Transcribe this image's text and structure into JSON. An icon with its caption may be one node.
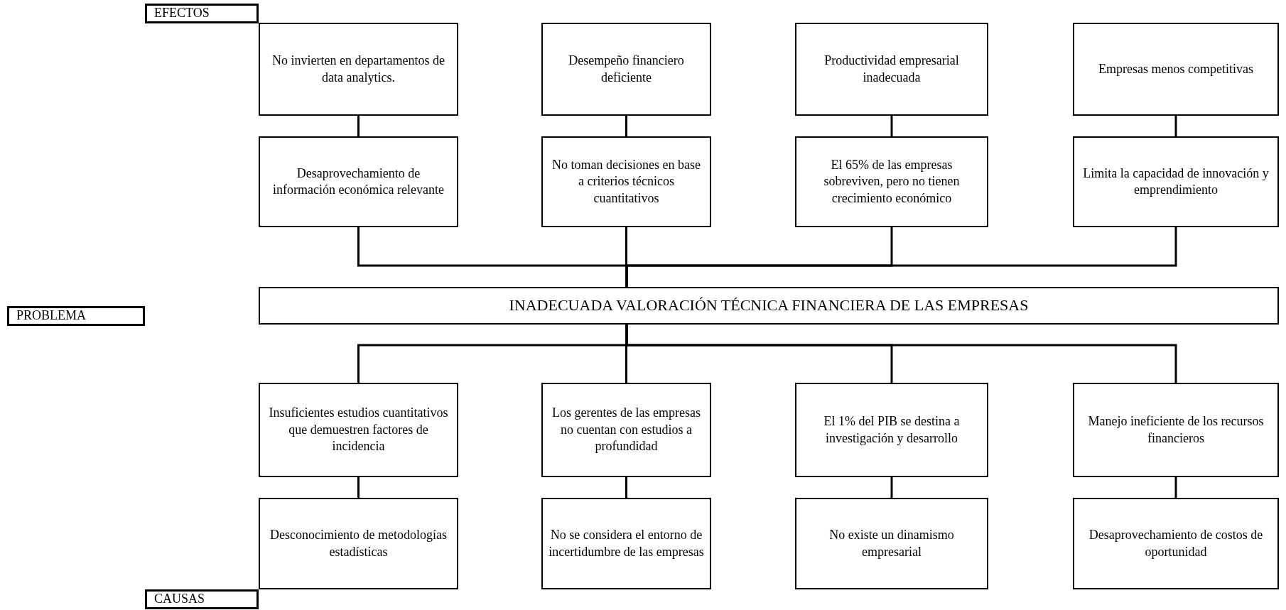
{
  "diagram": {
    "nodes": [
      {
        "text": [
          "EFECTOS"
        ]
      },
      {
        "text": [
          "No invierten en departamentos de data analytics."
        ]
      },
      {
        "text": [
          "Desempeño financiero deficiente"
        ]
      },
      {
        "text": [
          "Productividad empresarial inadecuada"
        ]
      },
      {
        "text": [
          "Empresas menos competitivas"
        ]
      },
      {
        "text": [
          "Desaprovechamiento de información económica relevante"
        ]
      },
      {
        "text": [
          "No toman decisiones en base a criterios técnicos cuantitativos"
        ]
      },
      {
        "text": [
          "El 65% de las empresas sobreviven, pero no tienen crecimiento económico"
        ]
      },
      {
        "text": [
          "Limita la capacidad de innovación y emprendimiento"
        ]
      },
      {
        "text": [
          "PROBLEMA"
        ]
      },
      {
        "text": [
          "INADECUADA VALORACIÓN TÉCNICA FINANCIERA DE LAS EMPRESAS"
        ]
      },
      {
        "text": [
          "Insuficientes estudios cuantitativos que demuestren factores de incidencia"
        ]
      },
      {
        "text": [
          "Los gerentes de las empresas no cuentan con estudios a profundidad"
        ]
      },
      {
        "text": [
          "El 1% del PIB se destina a investigación y desarrollo"
        ]
      },
      {
        "text": [
          "Manejo ineficiente de los recursos financieros"
        ]
      },
      {
        "text": [
          "Desconocimiento de metodologías estadísticas"
        ]
      },
      {
        "text": [
          "No se considera el entorno de incertidumbre de las empresas"
        ]
      },
      {
        "text": [
          "No existe un dinamismo empresarial"
        ]
      },
      {
        "text": [
          "Desaprovechamiento de costos de oportunidad"
        ]
      },
      {
        "text": [
          "CAUSAS"
        ]
      }
    ],
    "edges": [
      {
        "from": 1,
        "to": 5,
        "arrow": "none"
      },
      {
        "from": 2,
        "to": 6,
        "arrow": "none"
      },
      {
        "from": 3,
        "to": 7,
        "arrow": "none"
      },
      {
        "from": 4,
        "to": 8,
        "arrow": "none"
      },
      {
        "from": 5,
        "to": 10,
        "arrow": "none"
      },
      {
        "from": 6,
        "to": 10,
        "arrow": "none"
      },
      {
        "from": 7,
        "to": 10,
        "arrow": "none"
      },
      {
        "from": 8,
        "to": 10,
        "arrow": "none"
      },
      {
        "from": 10,
        "to": 11,
        "arrow": "none"
      },
      {
        "from": 10,
        "to": 12,
        "arrow": "none"
      },
      {
        "from": 10,
        "to": 13,
        "arrow": "none"
      },
      {
        "from": 10,
        "to": 14,
        "arrow": "none"
      },
      {
        "from": 11,
        "to": 15,
        "arrow": "none"
      },
      {
        "from": 12,
        "to": 16,
        "arrow": "none"
      },
      {
        "from": 13,
        "to": 17,
        "arrow": "none"
      },
      {
        "from": 14,
        "to": 18,
        "arrow": "none"
      }
    ]
  }
}
